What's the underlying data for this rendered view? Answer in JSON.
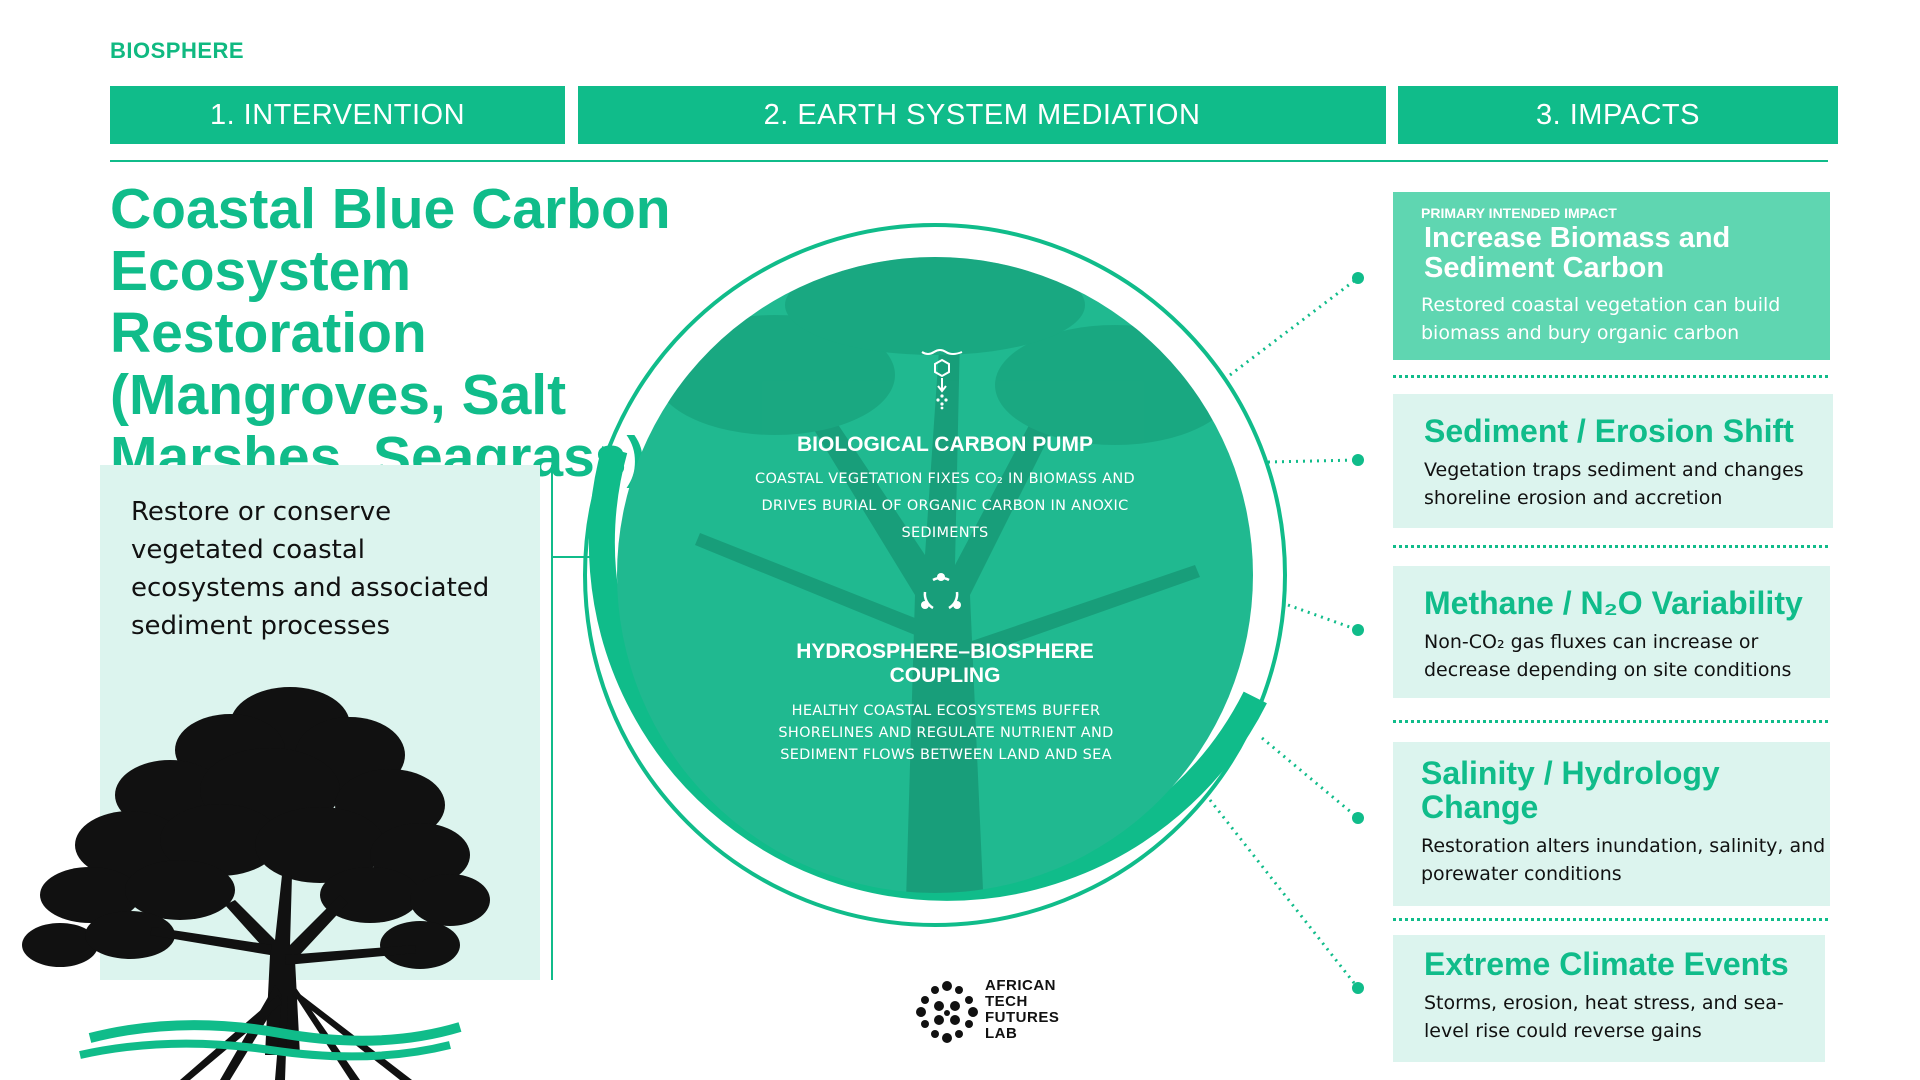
{
  "category": "BIOSPHERE",
  "headers": {
    "intervention": "1. INTERVENTION",
    "mediation": "2. EARTH SYSTEM MEDIATION",
    "impacts": "3. IMPACTS"
  },
  "intervention": {
    "title": "Coastal Blue Carbon Ecosystem Restoration (Mangroves, Salt Marshes, Seagrass)",
    "description": "Restore or conserve vegetated coastal ecosystems and associated sediment processes"
  },
  "mediation": {
    "pump": {
      "icon": "carbon-pump-icon",
      "title": "BIOLOGICAL CARBON PUMP",
      "description": "COASTAL VEGETATION FIXES CO₂ IN BIOMASS AND DRIVES BURIAL OF ORGANIC CARBON IN ANOXIC SEDIMENTS"
    },
    "coupling": {
      "icon": "cycle-icon",
      "title": "HYDROSPHERE–BIOSPHERE COUPLING",
      "description": "HEALTHY COASTAL ECOSYSTEMS BUFFER SHORELINES AND REGULATE NUTRIENT AND SEDIMENT FLOWS BETWEEN LAND AND SEA"
    }
  },
  "impacts": [
    {
      "tag": "PRIMARY INTENDED IMPACT",
      "title": "Increase Biomass and Sediment Carbon",
      "description": "Restored coastal vegetation can build biomass and bury organic carbon"
    },
    {
      "title": "Sediment / Erosion Shift",
      "description": "Vegetation traps sediment and changes shoreline erosion and accretion"
    },
    {
      "title": "Methane / N₂O Variability",
      "description": "Non-CO₂ gas fluxes can increase or decrease depending on site conditions"
    },
    {
      "title": "Salinity / Hydrology Change",
      "description": "Restoration alters inundation, salinity, and porewater conditions"
    },
    {
      "title": "Extreme Climate Events",
      "description": "Storms, erosion, heat stress, and sea-level rise could reverse gains"
    }
  ],
  "logo": {
    "line1": "AFRICAN",
    "line2": "TECH",
    "line3": "FUTURES",
    "line4": "LAB"
  },
  "colors": {
    "accent": "#10bc8a",
    "light": "#dcf4ee",
    "primary_box": "#5fd6b1"
  }
}
